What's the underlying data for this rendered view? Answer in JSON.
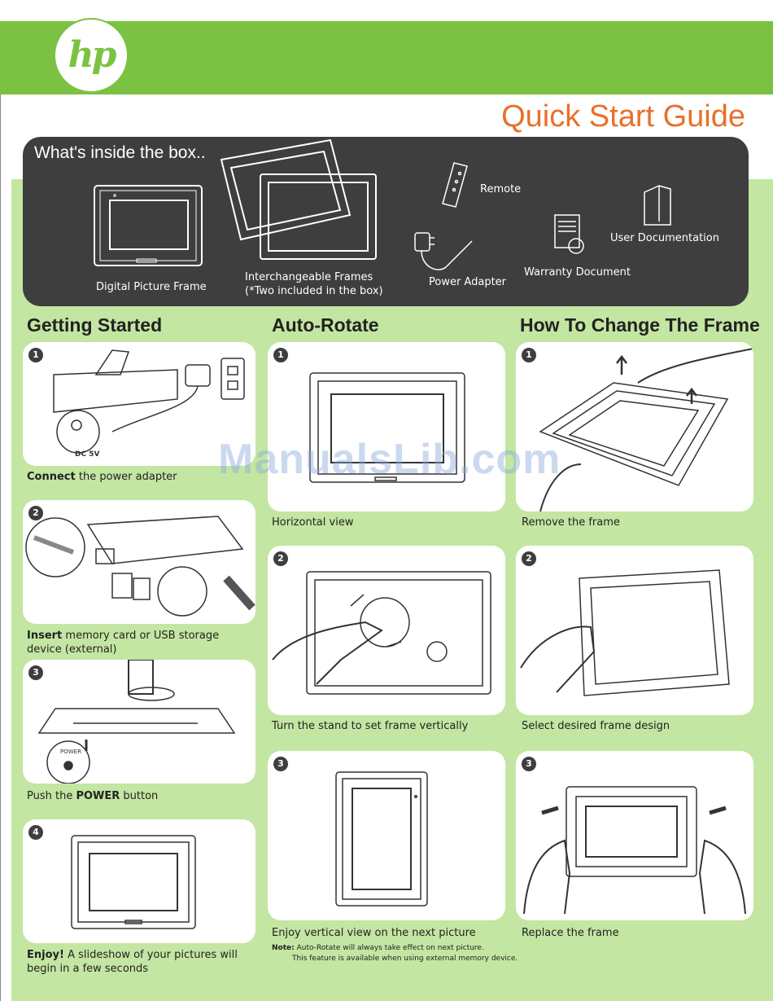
{
  "header": {
    "logo_text": "hp",
    "title": "Quick Start Guide"
  },
  "box": {
    "title": "What's inside the box..",
    "items": [
      {
        "label": "Digital Picture Frame"
      },
      {
        "label": "Interchangeable Frames",
        "sub": "(*Two included in the box)"
      },
      {
        "label": "Remote"
      },
      {
        "label": "Power Adapter"
      },
      {
        "label": "Warranty Document"
      },
      {
        "label": "User Documentation"
      }
    ]
  },
  "sections": {
    "getting_started": {
      "title": "Getting Started",
      "steps": [
        {
          "num": "1",
          "bold": "Connect",
          "text": " the power adapter"
        },
        {
          "num": "2",
          "bold": "Insert",
          "text": " memory card or USB storage device (external)"
        },
        {
          "num": "3",
          "pre": "Push the ",
          "bold": "POWER",
          "text": " button"
        },
        {
          "num": "4",
          "bold": "Enjoy!",
          "text": " A slideshow of your pictures will begin in a few seconds"
        }
      ]
    },
    "auto_rotate": {
      "title": "Auto-Rotate",
      "steps": [
        {
          "num": "1",
          "text": "Horizontal view"
        },
        {
          "num": "2",
          "text": "Turn the stand to set frame vertically"
        },
        {
          "num": "3",
          "text": "Enjoy vertical view on the next picture"
        }
      ],
      "note_label": "Note:",
      "note_line1": " Auto-Rotate will always take effect on next picture.",
      "note_line2": "This feature is available when using external memory device."
    },
    "change_frame": {
      "title": "How To Change The Frame",
      "steps": [
        {
          "num": "1",
          "text": "Remove the frame"
        },
        {
          "num": "2",
          "text": "Select desired frame design"
        },
        {
          "num": "3",
          "text": "Replace the frame"
        }
      ]
    }
  },
  "diagram_labels": {
    "dc_label": "DC 5V",
    "power_label": "POWER"
  },
  "watermark": "ManualsLib.com",
  "colors": {
    "brand_green": "#7cc242",
    "title_orange": "#e8702a",
    "dark_box": "#3e3e3e",
    "light_green": "#c3e6a2"
  }
}
